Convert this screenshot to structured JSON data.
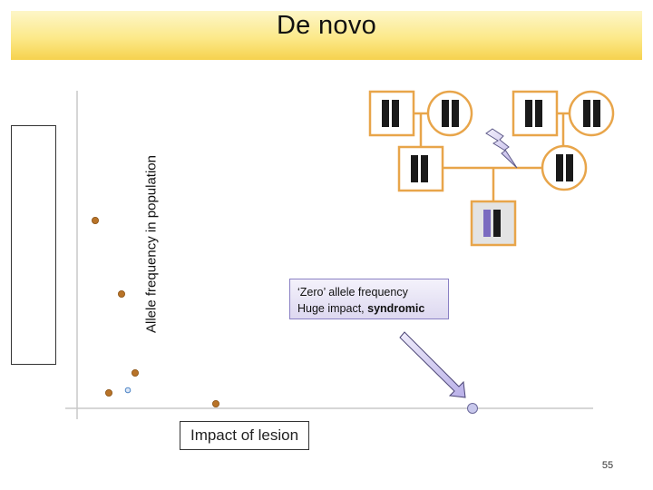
{
  "title": "De novo",
  "ylabel": "Allele frequency in population",
  "xlabel": "Impact of lesion",
  "callout": {
    "line1": "‘Zero’ allele frequency",
    "line2_a": "Huge impact, ",
    "line2_b": "syndromic"
  },
  "page_number": "55",
  "colors": {
    "title_bar": "#fce98a",
    "pedigree_lines": "#e8a54a",
    "chromosome": "#1a1a1a",
    "mutant_chromosome": "#7b6bc0",
    "data_point": "#b87328",
    "highlight_point": "#c8c8ec",
    "arrow": "#c9c2ee"
  },
  "icons": [
    "lightning-bolt-icon",
    "arrow-icon"
  ]
}
